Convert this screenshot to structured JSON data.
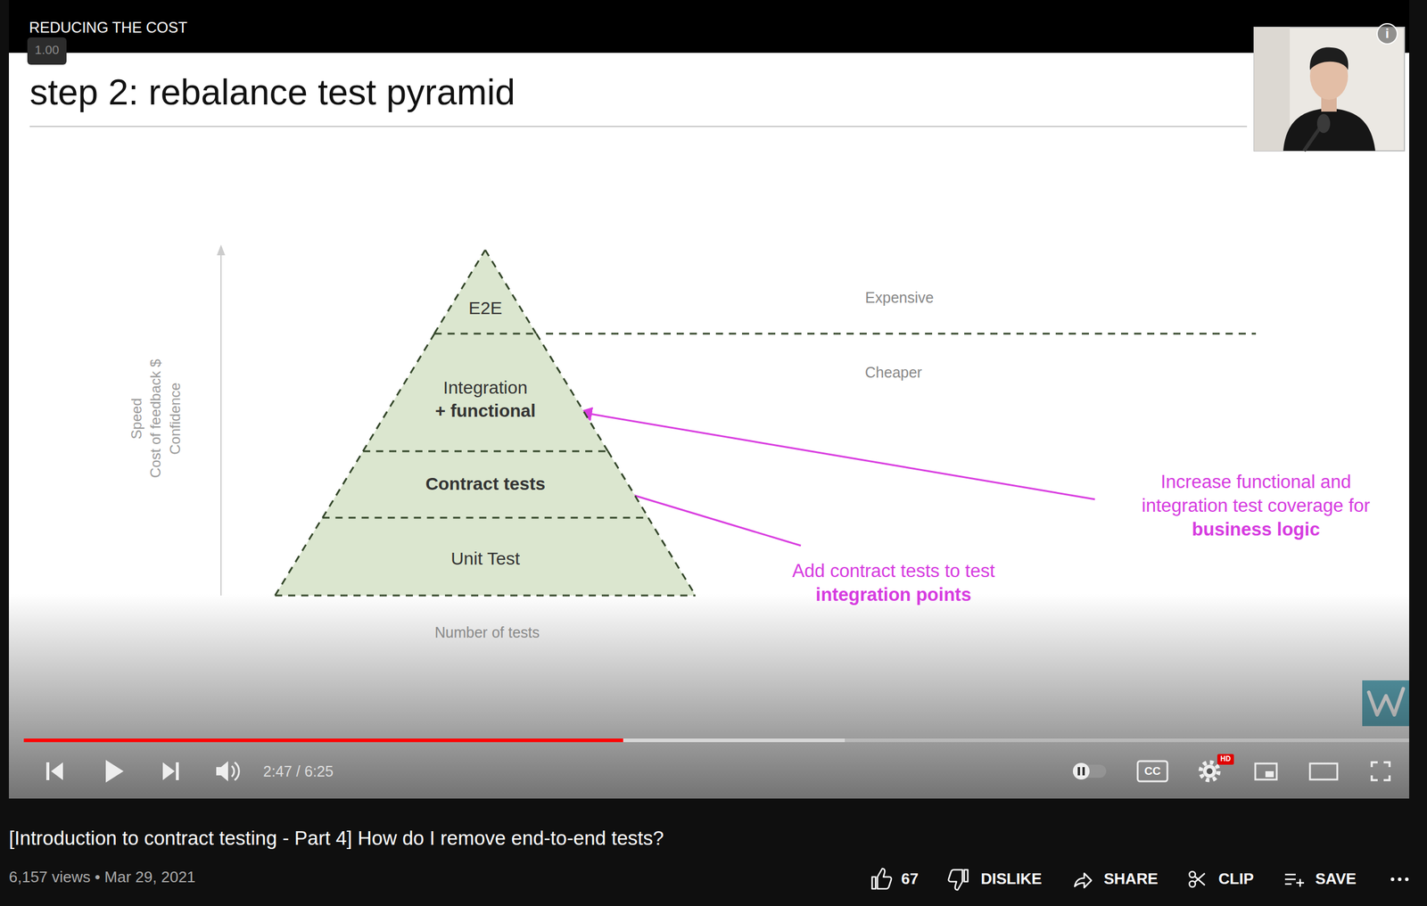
{
  "diagram": {
    "title": "step 2: rebalance test pyramid",
    "nodes": [
      {
        "text": [
          "E2E"
        ]
      },
      {
        "text": [
          "Integration",
          "+ functional"
        ]
      },
      {
        "text": [
          "Contract tests"
        ]
      },
      {
        "text": [
          "Unit Test"
        ]
      }
    ],
    "labels": [
      "REDUCING THE COST",
      "1.00",
      "i",
      "Speed",
      "Cost of feedback $",
      "Confidence",
      "Expensive",
      "Cheaper",
      "Increase functional and integration test coverage for",
      "business logic",
      "Add contract tests to test",
      "integration points",
      "Number of tests",
      "2:47 / 6:25",
      "CC",
      "HD",
      "[Introduction to contract testing - Part 4] How do I remove end-to-end tests?",
      "6,157 views • Mar 29, 2021",
      "67",
      "DISLIKE",
      "SHARE",
      "CLIP",
      "SAVE"
    ]
  }
}
